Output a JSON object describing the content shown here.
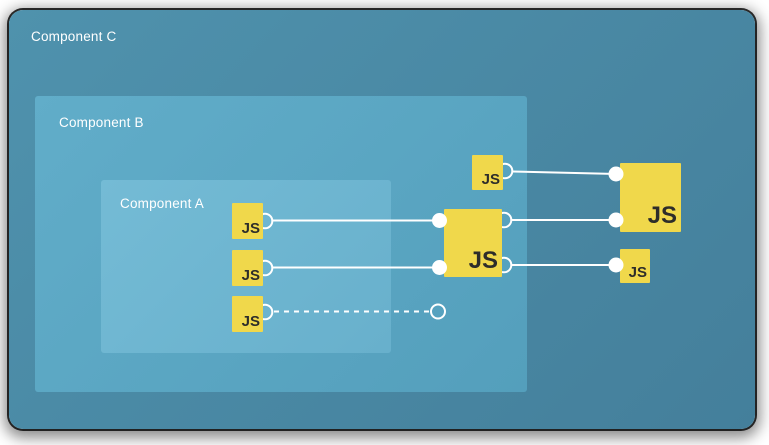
{
  "components": {
    "c": {
      "label": "Component C"
    },
    "b": {
      "label": "Component B"
    },
    "a": {
      "label": "Component A"
    }
  },
  "nodes": {
    "a1": {
      "label": "JS",
      "container": "Component A"
    },
    "a2": {
      "label": "JS",
      "container": "Component A"
    },
    "a3": {
      "label": "JS",
      "container": "Component A"
    },
    "b_top": {
      "label": "JS",
      "container": "Component B"
    },
    "b_mid": {
      "label": "JS",
      "container": "Component B"
    },
    "c_large": {
      "label": "JS",
      "container": "Component C"
    },
    "c_small": {
      "label": "JS",
      "container": "Component C"
    }
  },
  "connections": [
    {
      "from": "a1",
      "to": "b_mid",
      "style": "solid"
    },
    {
      "from": "a2",
      "to": "b_mid",
      "style": "solid"
    },
    {
      "from": "a3",
      "to": "none",
      "style": "dashed"
    },
    {
      "from": "b_top",
      "to": "c_large",
      "style": "solid"
    },
    {
      "from": "b_mid",
      "to": "c_large",
      "style": "solid"
    },
    {
      "from": "b_mid",
      "to": "c_small",
      "style": "solid"
    }
  ],
  "colors": {
    "component_c_bg": "#48889f",
    "component_b_bg": "#5aa6c1",
    "component_a_bg": "#6cb4d0",
    "node_bg": "#f0d84b",
    "node_text": "#2d2d2a",
    "wire": "#ffffff",
    "label_text": "#ffffff",
    "page_bg": "#ffffff"
  }
}
